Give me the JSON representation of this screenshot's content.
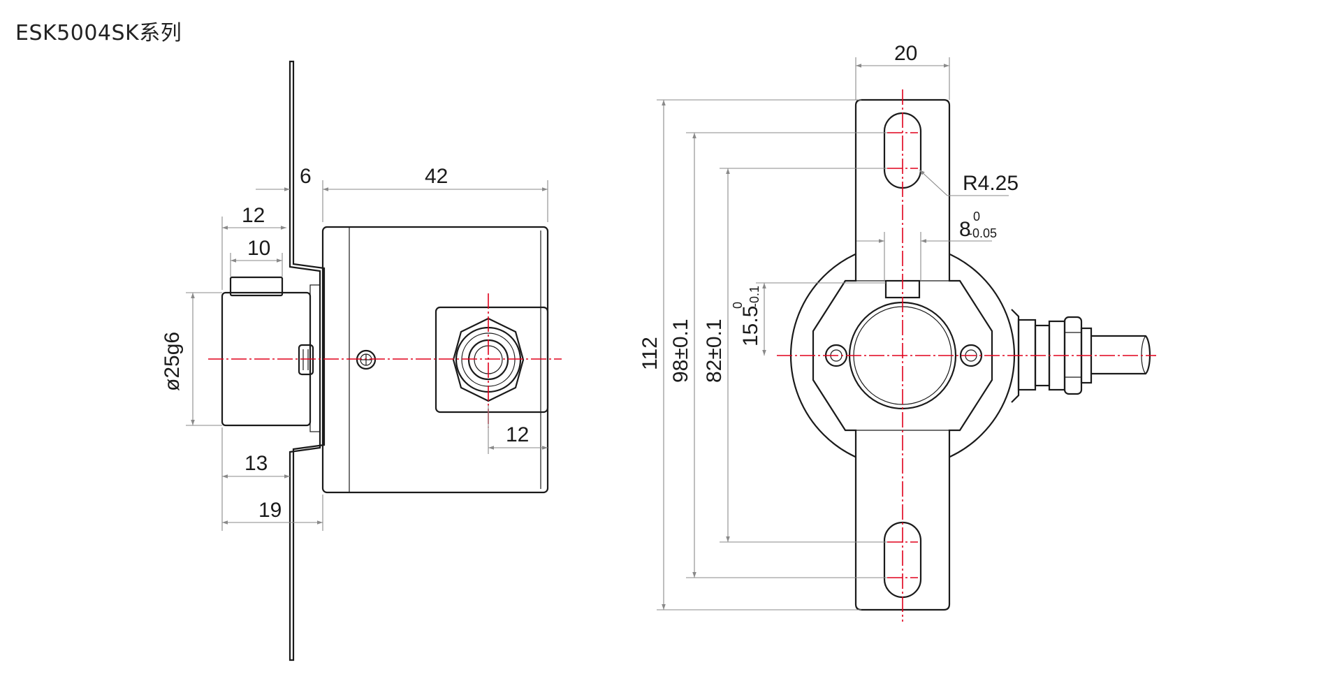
{
  "title": "ESK5004SK系列",
  "colors": {
    "outline": "#1a1a1a",
    "dimension": "#8a8a8a",
    "centerline": "#e0001b"
  },
  "side_view": {
    "dims": {
      "d6": "6",
      "d42": "42",
      "d12_top": "12",
      "d10": "10",
      "dia": "ø25g6",
      "d13": "13",
      "d19": "19",
      "d12_right": "12"
    }
  },
  "front_view": {
    "dims": {
      "d20": "20",
      "r": "R4.25",
      "slot_base": "8",
      "slot_upper": "0",
      "slot_lower": "-0.05",
      "d112": "112",
      "d98": "98±0.1",
      "d82": "82±0.1",
      "d155_base": "15.5",
      "d155_upper": "0",
      "d155_lower": "-0.1"
    }
  }
}
